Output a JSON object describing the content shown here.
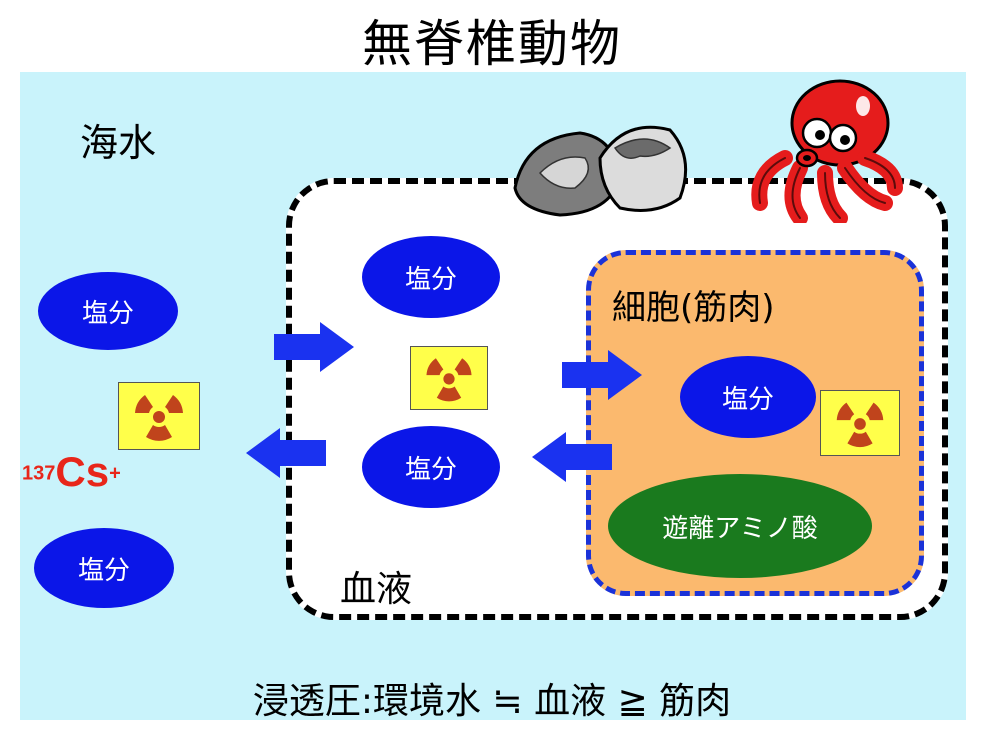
{
  "title": "無脊椎動物",
  "seawater_label": "海水",
  "blood_label": "血液",
  "cell_label": "細胞(筋肉)",
  "salt_label": "塩分",
  "amino_label": "遊離アミノ酸",
  "cesium": {
    "mass": "137",
    "symbol": "Cs",
    "charge": "+"
  },
  "footer": "浸透圧:環境水 ≒ 血液 ≧ 筋肉",
  "colors": {
    "sea": "#c9f3fb",
    "salt": "#0b16e8",
    "cell": "#fbb96e",
    "amino": "#1a7a1e",
    "arrow": "#1a32f0",
    "cesium": "#e8261a",
    "radiation_bg": "#ffff4a",
    "radiation_symbol": "#c0441c"
  },
  "icons": [
    "clam-icon",
    "octopus-icon",
    "radiation-icon",
    "arrow-right-icon",
    "arrow-left-icon"
  ]
}
